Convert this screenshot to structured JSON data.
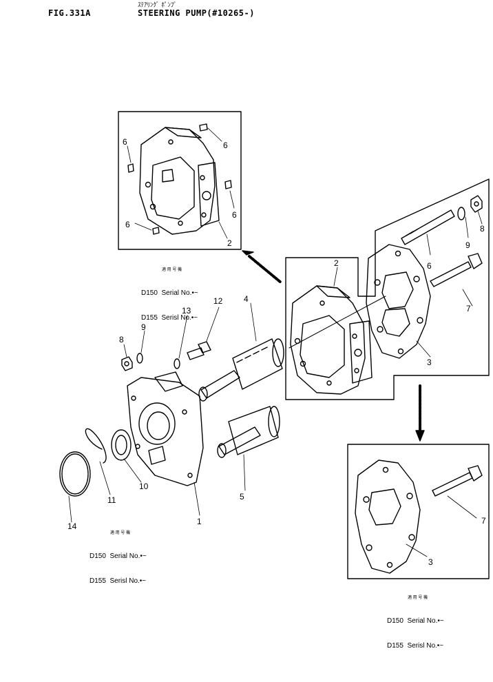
{
  "header": {
    "fig_no": "FIG.331A",
    "title_jp": "ｽﾃｱﾘﾝｸﾞ ﾎﾟﾝﾌﾟ",
    "title_en": "STEERING PUMP(#10265-)"
  },
  "notes": {
    "applicable_title": "適 用 号 機",
    "line1": "D150  Serial No.•~",
    "line2": "D155  Serisl No.•~"
  },
  "callouts": {
    "c1": "1",
    "c2": "2",
    "c3": "3",
    "c4": "4",
    "c5": "5",
    "c6": "6",
    "c7": "7",
    "c8": "8",
    "c9": "9",
    "c10": "10",
    "c11": "11",
    "c12": "12",
    "c13": "13",
    "c14": "14"
  }
}
